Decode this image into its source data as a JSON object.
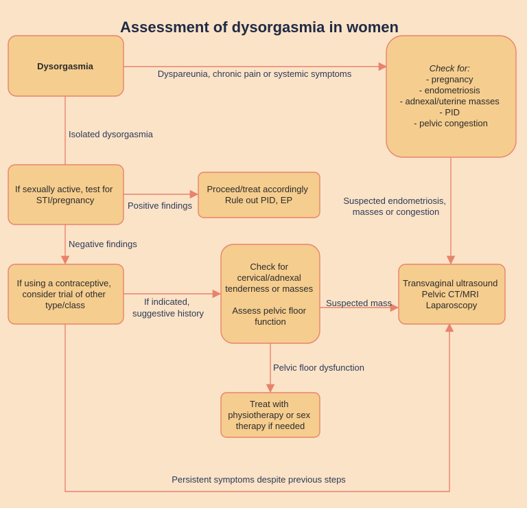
{
  "title": "Assessment of dysorgasmia in women",
  "colors": {
    "background": "#fbe3c8",
    "box_fill": "#f5cd8e",
    "box_stroke": "#e8836b",
    "arrow": "#e8836b",
    "title": "#1f2a44",
    "edge_text": "#2d3a55"
  },
  "nodes": {
    "dysorgasmia": {
      "lines": [
        "Dysorgasmia"
      ]
    },
    "check_for": {
      "lines": [
        "Check for:",
        "- pregnancy",
        "- endometriosis",
        "- adnexal/uterine masses",
        "- PID",
        "- pelvic congestion"
      ]
    },
    "sti_test": {
      "lines": [
        "If sexually active, test for",
        "STI/pregnancy"
      ]
    },
    "proceed": {
      "lines": [
        "Proceed/treat accordingly",
        "Rule out PID, EP"
      ]
    },
    "contraceptive": {
      "lines": [
        "If using a contraceptive,",
        "consider trial of other",
        "type/class"
      ]
    },
    "cervical": {
      "lines": [
        "Check for",
        "cervical/adnexal",
        "tenderness or masses",
        "",
        "Assess pelvic floor",
        "function"
      ]
    },
    "imaging": {
      "lines": [
        "Transvaginal ultrasound",
        "Pelvic CT/MRI",
        "Laparoscopy"
      ]
    },
    "physio": {
      "lines": [
        "Treat with",
        "physiotherapy or sex",
        "therapy if needed"
      ]
    }
  },
  "edges": {
    "dyspareunia": {
      "lines": [
        "Dyspareunia, chronic pain or systemic symptoms"
      ]
    },
    "isolated": {
      "lines": [
        "Isolated dysorgasmia"
      ]
    },
    "positive": {
      "lines": [
        "Positive findings"
      ]
    },
    "negative": {
      "lines": [
        "Negative findings"
      ]
    },
    "suspected_endo": {
      "lines": [
        "Suspected endometriosis,",
        "masses or congestion"
      ]
    },
    "if_indicated": {
      "lines": [
        "If indicated,",
        "suggestive history"
      ]
    },
    "suspected_mass": {
      "lines": [
        "Suspected mass"
      ]
    },
    "pelvic_floor": {
      "lines": [
        "Pelvic floor dysfunction"
      ]
    },
    "persistent": {
      "lines": [
        "Persistent symptoms despite previous steps"
      ]
    }
  }
}
